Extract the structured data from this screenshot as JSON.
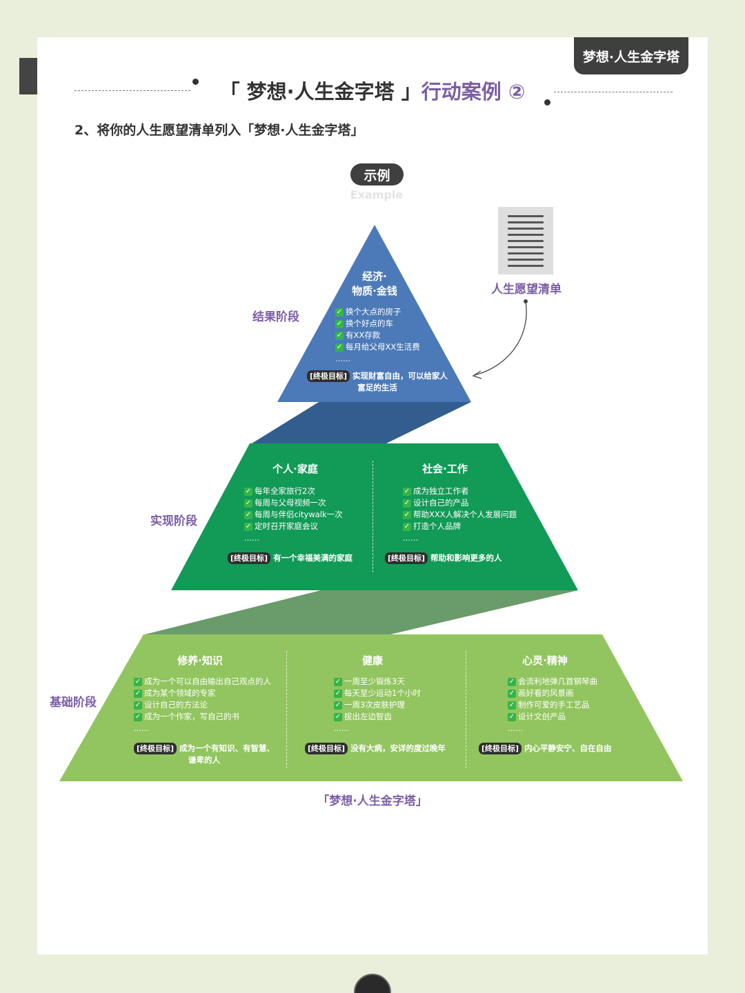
{
  "corner_badge": "梦想·人生金字塔",
  "title": {
    "part1": "「 梦想·人生金字塔 」",
    "part2": "行动案例 ②"
  },
  "subtitle": "2、将你的人生愿望清单列入「梦想·人生金字塔」",
  "example": {
    "label": "示例",
    "sub": "Example"
  },
  "wishlist_label": "人生愿望清单",
  "stages": {
    "result": "结果阶段",
    "realize": "实现阶段",
    "base": "基础阶段"
  },
  "goal_tag": "[终极目标]",
  "ellipsis": "……",
  "colors": {
    "top": "#4c7ab8",
    "middle": "#129a57",
    "bottom": "#92c55f",
    "accent": "#7b5ea6"
  },
  "top": {
    "title_line1": "经济·",
    "title_line2": "物质·金钱",
    "items": [
      "换个大点的房子",
      "换个好点的车",
      "有XX存款",
      "每月给父母XX生活费"
    ],
    "goal_line1": "实现财富自由，可以给家人",
    "goal_line2": "富足的生活"
  },
  "middle": [
    {
      "title": "个人·家庭",
      "items": [
        "每年全家旅行2次",
        "每周与父母视频一次",
        "每周与伴侣citywalk一次",
        "定时召开家庭会议"
      ],
      "goal": "有一个幸福美满的家庭"
    },
    {
      "title": "社会·工作",
      "items": [
        "成为独立工作者",
        "设计自己的产品",
        "帮助XXX人解决个人发展问题",
        "打造个人品牌"
      ],
      "goal": "帮助和影响更多的人"
    }
  ],
  "bottom": [
    {
      "title": "修养·知识",
      "items": [
        "成为一个可以自由输出自己观点的人",
        "成为某个领域的专家",
        "设计自己的方法论",
        "成为一个作家，写自己的书"
      ],
      "goal_line1": "成为一个有知识、有智慧、",
      "goal_line2": "谦卑的人"
    },
    {
      "title": "健康",
      "items": [
        "一周至少锻炼3天",
        "每天至少运动1个小时",
        "一周3次皮肤护理",
        "拔出左边智齿"
      ],
      "goal": "没有大病，安详的度过晚年"
    },
    {
      "title": "心灵·精神",
      "items": [
        "会流利地弹几首钢琴曲",
        "画好看的风景画",
        "制作可爱的手工艺品",
        "设计文创产品"
      ],
      "goal": "内心平静安宁、自在自由"
    }
  ],
  "caption": "「梦想·人生金字塔」"
}
